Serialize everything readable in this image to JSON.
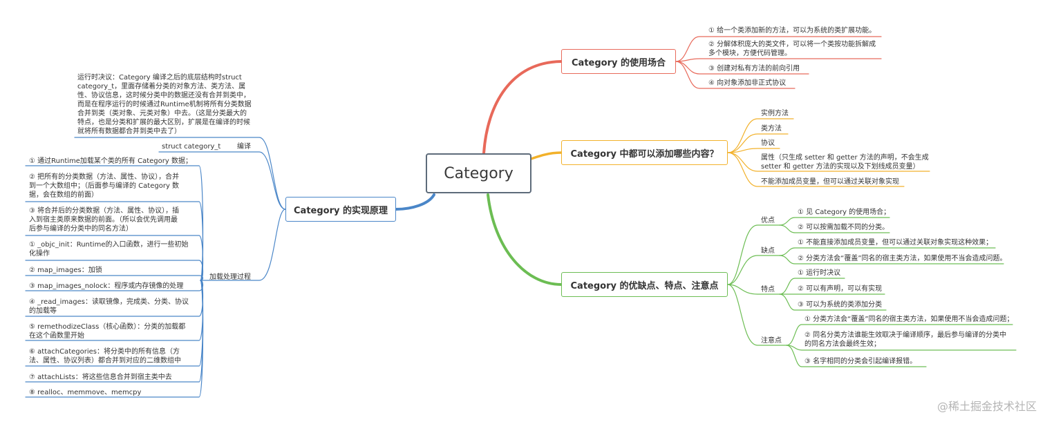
{
  "root": "Category",
  "branches": {
    "usage": {
      "title": "Category 的使用场合",
      "items": [
        "① 给一个类添加新的方法，可以为系统的类扩展功能。",
        "② 分解体积庞大的类文件，可以将一个类按功能拆解成\n多个模块，方便代码管理。",
        "③ 创建对私有方法的前向引用",
        "④ 向对象添加非正式协议"
      ]
    },
    "content": {
      "title": "Category 中都可以添加哪些内容？",
      "items": [
        "实例方法",
        "类方法",
        "协议",
        "属性（只生成 setter 和 getter 方法的声明，不会生成\nsetter 和 getter 方法的实现以及下划线成员变量）",
        "不能添加成员变量，但可以通过关联对象实现"
      ]
    },
    "pros": {
      "title": "Category 的优缺点、特点、注意点",
      "groups": [
        {
          "label": "优点",
          "items": [
            "① 见 Category 的使用场合；",
            "② 可以按需加载不同的分类。"
          ]
        },
        {
          "label": "缺点",
          "items": [
            "① 不能直接添加成员变量，但可以通过关联对象实现这种效果；",
            "② 分类方法会“覆盖”同名的宿主类方法，如果使用不当会造成问题。"
          ]
        },
        {
          "label": "特点",
          "items": [
            "① 运行时决议",
            "② 可以有声明，可以有实现",
            "③ 可以为系统的类添加分类"
          ]
        },
        {
          "label": "注意点",
          "items": [
            "① 分类方法会“覆盖”同名的宿主类方法，如果使用不当会造成问题；",
            "② 同名分类方法谁能生效取决于编译顺序，最后参与编译的分类中\n的同名方法会最终生效；",
            "③ 名字相同的分类会引起编译报错。"
          ]
        }
      ]
    },
    "impl": {
      "title": "Category 的实现原理",
      "runtime_note": "运行时决议：Category 编译之后的底层结构时struct\ncategory_t，里面存储着分类的对象方法、类方法、属\n性、协议信息，这时候分类中的数据还没有合并到类中，\n而是在程序运行的时候通过Runtime机制将所有分类数据\n合并到类（类对象、元类对象）中去。（这是分类最大的\n特点，也是分类和扩展的最大区别，扩展是在编译的时候\n就将所有数据都合并到类中去了）",
      "compile_label": "编译",
      "compile_item": "struct category_t",
      "load_label": "加载处理过程",
      "load_items": [
        "① 通过Runtime加载某个类的所有 Category 数据；",
        "② 把所有的分类数据（方法、属性、协议），合并\n到一个大数组中；（后面参与编译的 Category 数\n据，会在数组的前面）",
        "③ 将合并后的分类数据（方法、属性、协议），插\n入到宿主类原来数据的前面。（所以会优先调用最\n后参与编译的分类中的同名方法）",
        "① _objc_init：Runtime的入口函数，进行一些初始\n化操作",
        "② map_images：加锁",
        "③ map_images_nolock：程序或内存镜像的处理",
        "④ _read_images：读取镜像，完成类、分类、协议\n的加载等",
        "⑤ remethodizeClass（核心函数）：分类的加载都\n在这个函数里开始",
        "⑥ attachCategories：将分类中的所有信息（方\n法、属性、协议列表）都合并到对应的二维数组中",
        "⑦ attachLists：将这些信息合并到宿主类中去",
        "⑧ realloc、memmove、memcpy"
      ]
    }
  },
  "watermark": "@稀土掘金技术社区",
  "colors": {
    "usage": "#e8695a",
    "content": "#f2b12a",
    "pros": "#6cbd53",
    "impl": "#4a86c8",
    "root": "#5d6b7a"
  }
}
